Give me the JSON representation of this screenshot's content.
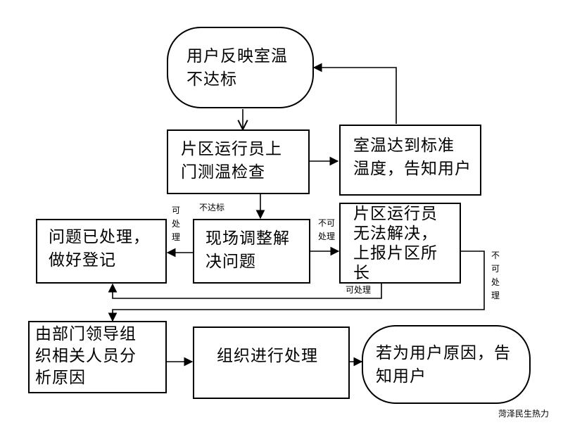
{
  "nodes": {
    "start": "用户反映室温\n不达标",
    "inspect": "片区运行员上\n门测温检查",
    "temp_ok": "室温达到标准\n温度，告知用户",
    "handled_record": "问题已处理，\n做好登记",
    "onsite_fix": "现场调整解\n决问题",
    "report": "片区运行员\n无法解决，\n上报片区所\n长",
    "dept_analysis": "由部门领导组\n织相关人员分\n析原因",
    "organize": "组织进行处理",
    "user_cause": "若为用户原因，告\n知用户"
  },
  "labels": {
    "not_meet": "不达标",
    "can_handle_1": "可\n处\n理",
    "cannot_handle_1": "不可\n处理",
    "can_handle_2": "可处理",
    "cannot_handle_2": "不\n可\n处\n理"
  },
  "watermark": "菏泽民生热力"
}
